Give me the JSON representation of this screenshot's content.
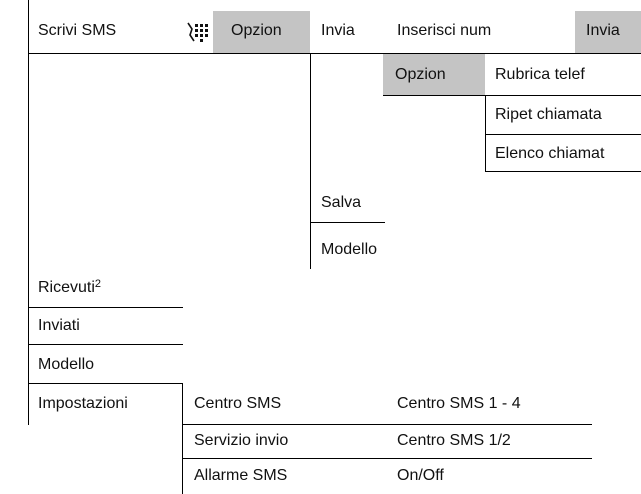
{
  "menu": {
    "scrivi_sms": "Scrivi SMS",
    "opzion_1": "Opzion",
    "invia_1": "Invia",
    "inserisci_num": "Inserisci num",
    "invia_2": "Invia",
    "opzion_2": "Opzion",
    "rubrica_telef": "Rubrica telef",
    "ripet_chiamata": "Ripet chiamata",
    "elenco_chiamat": "Elenco chiamat",
    "salva": "Salva",
    "modello_1": "Modello",
    "ricevuti": "Ricevuti",
    "ricevuti_note": "2",
    "inviati": "Inviati",
    "modello_2": "Modello",
    "impostazioni": "Impostazioni",
    "centro_sms": "Centro SMS",
    "centro_sms_range": "Centro SMS 1 - 4",
    "servizio_invio": "Servizio invio",
    "centro_sms_12": "Centro SMS 1/2",
    "allarme_sms": "Allarme SMS",
    "on_off": "On/Off"
  },
  "icons": {
    "text_input": "t9-text-input-icon"
  },
  "colors": {
    "shading": "#c4c4c4",
    "lines": "#000000"
  }
}
